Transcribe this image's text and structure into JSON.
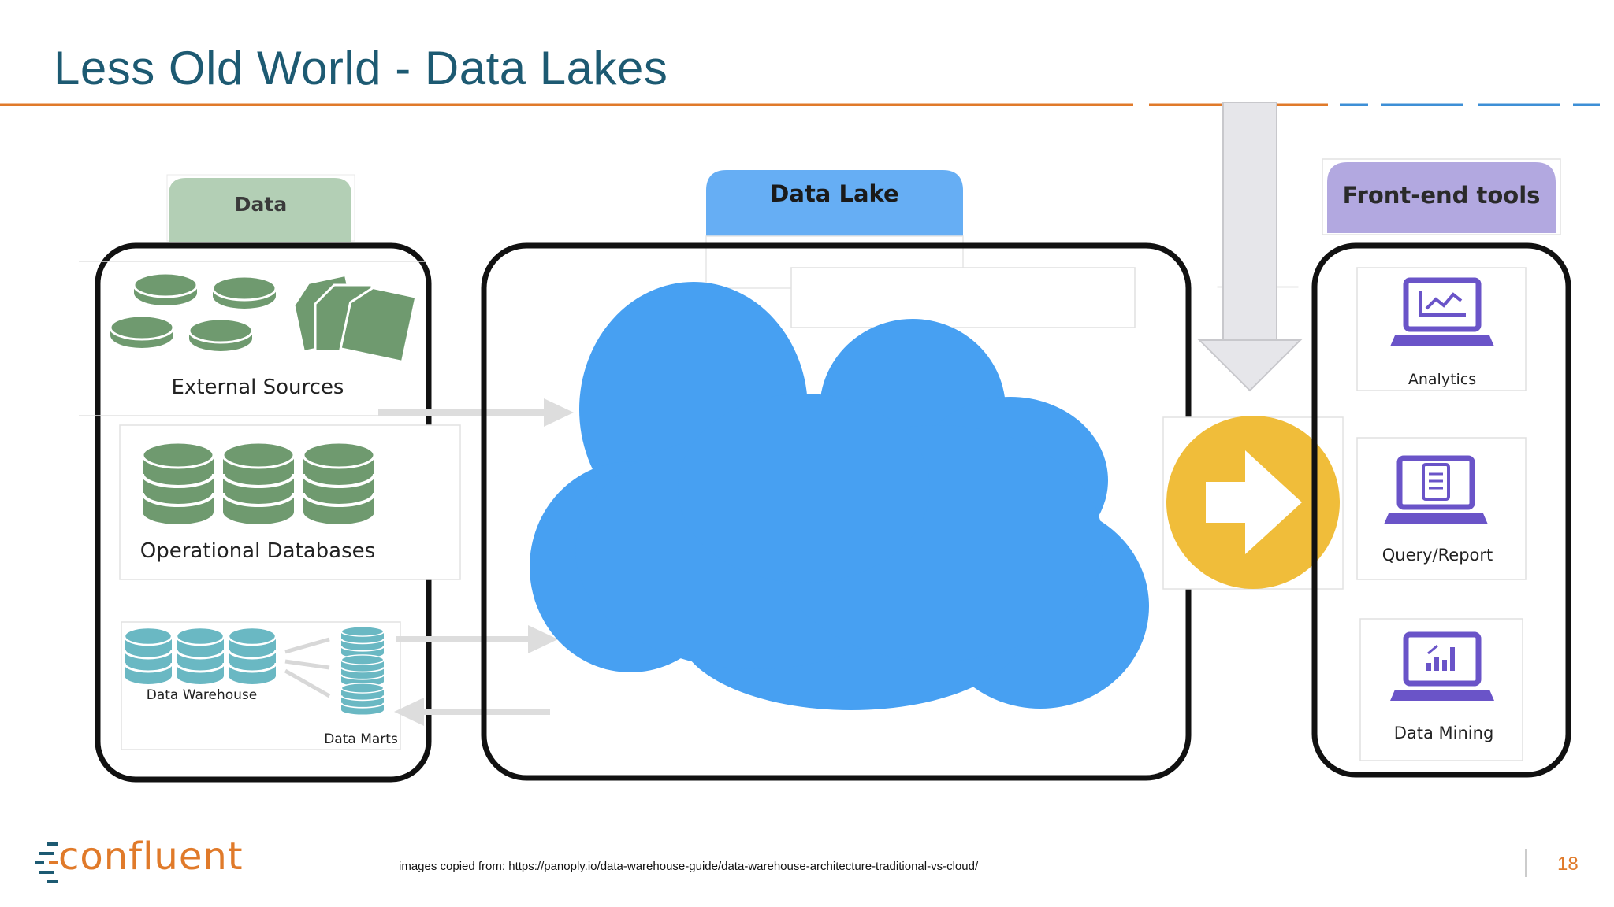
{
  "slide": {
    "title": "Less Old World - Data Lakes",
    "page_number": "18",
    "credit": "images copied from: https://panoply.io/data-warehouse-guide/data-warehouse-architecture-traditional-vs-cloud/",
    "logo_text": "confluent"
  },
  "diagram": {
    "data_tab": "Data",
    "lake_tab": "Data Lake",
    "tools_tab": "Front-end tools",
    "sources": {
      "external": "External Sources",
      "operational": "Operational Databases",
      "warehouse": "Data Warehouse",
      "marts": "Data Marts"
    },
    "tools": {
      "analytics": "Analytics",
      "query": "Query/Report",
      "mining": "Data Mining"
    }
  },
  "colors": {
    "title": "#1d5a72",
    "accent_orange": "#e07a2a",
    "data_green": "#6f9a6f",
    "warehouse_teal": "#6ab8c3",
    "cloud_blue": "#47a0f2",
    "lake_tab": "#66aef4",
    "tools_tab": "#b2a8e0",
    "tool_purple": "#6a54c8",
    "arrow_yellow": "#f0bd3a"
  }
}
